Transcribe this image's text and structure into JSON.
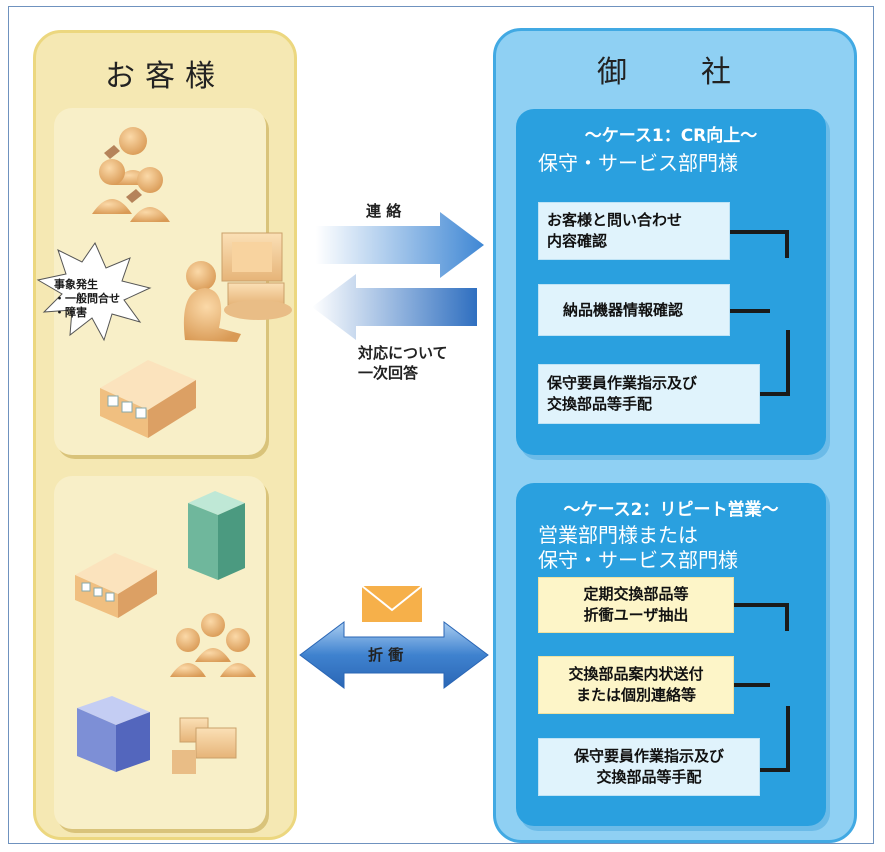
{
  "customer": {
    "title": "お客様",
    "event_lines": [
      "事象発生",
      "・一般問合せ",
      "・障害"
    ]
  },
  "company": {
    "title": "御　社",
    "case1": {
      "title": "〜ケース1：CR向上〜",
      "subtitle": "保守・サービス部門様",
      "steps": [
        "お客様と問い合わせ\n内容確認",
        "納品機器情報確認",
        "保守要員作業指示及び\n交換部品等手配"
      ]
    },
    "case2": {
      "title": "〜ケース2：リピート営業〜",
      "subtitle_lines": [
        "営業部門様または",
        "保守・サービス部門様"
      ],
      "steps": [
        "定期交換部品等\n折衝ユーザ抽出",
        "交換部品案内状送付\nまたは個別連絡等",
        "保守要員作業指示及び\n交換部品等手配"
      ]
    }
  },
  "arrows": {
    "contact": "連 絡",
    "response": "対応について\n一次回答",
    "negotiation": "折 衝"
  },
  "colors": {
    "left_column": "#f5e8b3",
    "right_column": "#8fd0f3",
    "case_box": "#2aa0df",
    "arrow_blue": "#2f79c8"
  }
}
